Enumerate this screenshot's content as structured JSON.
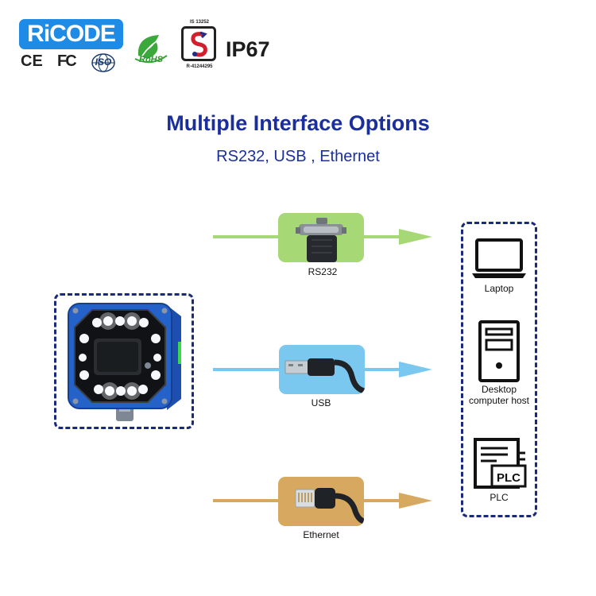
{
  "brand": {
    "logo_text": "RiCODE",
    "ce_mark": "CE",
    "fc_mark": "FC",
    "iso_mark": "ISO",
    "rohs_mark": "RoHS",
    "is_number": "IS 13252",
    "r_number": "R-41244295",
    "ip_rating": "IP67"
  },
  "heading": {
    "title": "Multiple Interface Options",
    "subtitle": "RS232, USB , Ethernet"
  },
  "interfaces": [
    {
      "label": "RS232",
      "color": "#a6d976"
    },
    {
      "label": "USB",
      "color": "#7ac8ef"
    },
    {
      "label": "Ethernet",
      "color": "#d6a860"
    }
  ],
  "hosts": [
    {
      "label": "Laptop"
    },
    {
      "label": "Desktop computer host"
    },
    {
      "label": "PLC"
    }
  ],
  "plc_icon_text": "PLC",
  "colors": {
    "title": "#1a2f9c",
    "frame": "#1a2a7a",
    "brand": "#1e8be6"
  }
}
